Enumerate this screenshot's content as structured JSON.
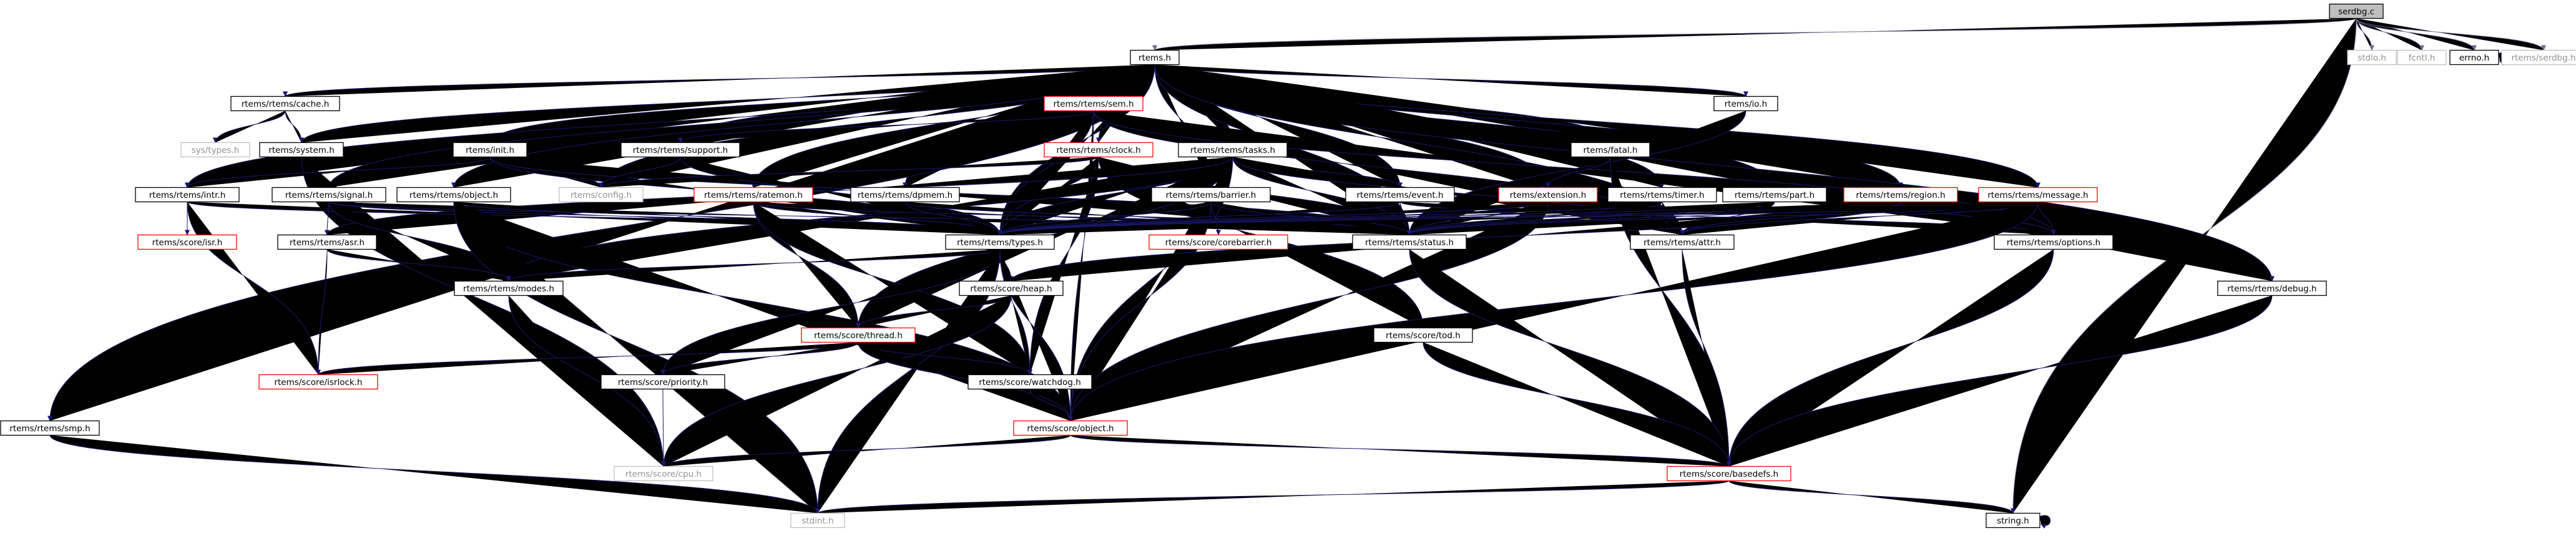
{
  "colors": {
    "node_border_normal": "#000000",
    "node_border_missing": "#bfbfbf",
    "node_border_incomplete": "#ff0000",
    "text_normal": "#000000",
    "text_missing": "#909090",
    "root_fill": "#bfbfbf",
    "edge": "#191970",
    "edge_root": "#6b6b9a"
  },
  "nodes": [
    {
      "id": "serdbg_c",
      "label": "serdbg.c",
      "kind": "root"
    },
    {
      "id": "rtems_h",
      "label": "rtems.h",
      "kind": "normal"
    },
    {
      "id": "stdio_h",
      "label": "stdio.h",
      "kind": "missing"
    },
    {
      "id": "fcntl_h",
      "label": "fcntl.h",
      "kind": "missing"
    },
    {
      "id": "errno_h",
      "label": "errno.h",
      "kind": "normal"
    },
    {
      "id": "serdbg_h",
      "label": "rtems/serdbg.h",
      "kind": "missing"
    },
    {
      "id": "cache_h",
      "label": "rtems/rtems/cache.h",
      "kind": "normal"
    },
    {
      "id": "sem_h",
      "label": "rtems/rtems/sem.h",
      "kind": "incomplete"
    },
    {
      "id": "io_h",
      "label": "rtems/io.h",
      "kind": "normal"
    },
    {
      "id": "systypes_h",
      "label": "sys/types.h",
      "kind": "missing"
    },
    {
      "id": "system_h",
      "label": "rtems/system.h",
      "kind": "normal"
    },
    {
      "id": "init_h",
      "label": "rtems/init.h",
      "kind": "normal"
    },
    {
      "id": "support_h",
      "label": "rtems/rtems/support.h",
      "kind": "normal"
    },
    {
      "id": "clock_h",
      "label": "rtems/rtems/clock.h",
      "kind": "incomplete"
    },
    {
      "id": "tasks_h",
      "label": "rtems/rtems/tasks.h",
      "kind": "normal"
    },
    {
      "id": "fatal_h",
      "label": "rtems/fatal.h",
      "kind": "normal"
    },
    {
      "id": "config_h",
      "label": "rtems/config.h",
      "kind": "missing"
    },
    {
      "id": "intr_h",
      "label": "rtems/rtems/intr.h",
      "kind": "normal"
    },
    {
      "id": "signal_h",
      "label": "rtems/rtems/signal.h",
      "kind": "normal"
    },
    {
      "id": "object_h",
      "label": "rtems/rtems/object.h",
      "kind": "normal"
    },
    {
      "id": "ratemon_h",
      "label": "rtems/rtems/ratemon.h",
      "kind": "incomplete"
    },
    {
      "id": "dpmem_h",
      "label": "rtems/rtems/dpmem.h",
      "kind": "normal"
    },
    {
      "id": "barrier_h",
      "label": "rtems/rtems/barrier.h",
      "kind": "normal"
    },
    {
      "id": "event_h",
      "label": "rtems/rtems/event.h",
      "kind": "normal"
    },
    {
      "id": "extension_h",
      "label": "rtems/extension.h",
      "kind": "incomplete"
    },
    {
      "id": "timer_h",
      "label": "rtems/rtems/timer.h",
      "kind": "normal"
    },
    {
      "id": "part_h",
      "label": "rtems/rtems/part.h",
      "kind": "normal"
    },
    {
      "id": "region_h",
      "label": "rtems/rtems/region.h",
      "kind": "incomplete"
    },
    {
      "id": "message_h",
      "label": "rtems/rtems/message.h",
      "kind": "incomplete"
    },
    {
      "id": "isr_h",
      "label": "rtems/score/isr.h",
      "kind": "incomplete"
    },
    {
      "id": "asr_h",
      "label": "rtems/rtems/asr.h",
      "kind": "normal"
    },
    {
      "id": "types_h",
      "label": "rtems/rtems/types.h",
      "kind": "normal"
    },
    {
      "id": "corebarrier_h",
      "label": "rtems/score/corebarrier.h",
      "kind": "incomplete"
    },
    {
      "id": "status_h",
      "label": "rtems/rtems/status.h",
      "kind": "normal"
    },
    {
      "id": "attr_h",
      "label": "rtems/rtems/attr.h",
      "kind": "normal"
    },
    {
      "id": "options_h",
      "label": "rtems/rtems/options.h",
      "kind": "normal"
    },
    {
      "id": "modes_h",
      "label": "rtems/rtems/modes.h",
      "kind": "normal"
    },
    {
      "id": "heap_h",
      "label": "rtems/score/heap.h",
      "kind": "normal"
    },
    {
      "id": "debug_h",
      "label": "rtems/rtems/debug.h",
      "kind": "normal"
    },
    {
      "id": "thread_h",
      "label": "rtems/score/thread.h",
      "kind": "incomplete"
    },
    {
      "id": "tod_h",
      "label": "rtems/score/tod.h",
      "kind": "normal"
    },
    {
      "id": "isrlock_h",
      "label": "rtems/score/isrlock.h",
      "kind": "incomplete"
    },
    {
      "id": "priority_h",
      "label": "rtems/score/priority.h",
      "kind": "normal"
    },
    {
      "id": "watchdog_h",
      "label": "rtems/score/watchdog.h",
      "kind": "normal"
    },
    {
      "id": "smp_h",
      "label": "rtems/rtems/smp.h",
      "kind": "normal"
    },
    {
      "id": "sobject_h",
      "label": "rtems/score/object.h",
      "kind": "incomplete"
    },
    {
      "id": "cpu_h",
      "label": "rtems/score/cpu.h",
      "kind": "missing"
    },
    {
      "id": "basedefs_h",
      "label": "rtems/score/basedefs.h",
      "kind": "incomplete"
    },
    {
      "id": "string_h",
      "label": "string.h",
      "kind": "normal"
    },
    {
      "id": "stdint_h",
      "label": "stdint.h",
      "kind": "missing"
    }
  ],
  "edges": [
    [
      "serdbg_c",
      "rtems_h"
    ],
    [
      "serdbg_c",
      "stdio_h"
    ],
    [
      "serdbg_c",
      "fcntl_h"
    ],
    [
      "serdbg_c",
      "errno_h"
    ],
    [
      "serdbg_c",
      "serdbg_h"
    ],
    [
      "serdbg_c",
      "string_h"
    ],
    [
      "errno_h",
      "errno_h"
    ],
    [
      "string_h",
      "string_h"
    ],
    [
      "rtems_h",
      "cache_h"
    ],
    [
      "rtems_h",
      "system_h"
    ],
    [
      "rtems_h",
      "sem_h"
    ],
    [
      "rtems_h",
      "io_h"
    ],
    [
      "rtems_h",
      "init_h"
    ],
    [
      "rtems_h",
      "support_h"
    ],
    [
      "rtems_h",
      "clock_h"
    ],
    [
      "rtems_h",
      "tasks_h"
    ],
    [
      "rtems_h",
      "fatal_h"
    ],
    [
      "rtems_h",
      "config_h"
    ],
    [
      "rtems_h",
      "intr_h"
    ],
    [
      "rtems_h",
      "signal_h"
    ],
    [
      "rtems_h",
      "object_h"
    ],
    [
      "rtems_h",
      "ratemon_h"
    ],
    [
      "rtems_h",
      "dpmem_h"
    ],
    [
      "rtems_h",
      "barrier_h"
    ],
    [
      "rtems_h",
      "event_h"
    ],
    [
      "rtems_h",
      "extension_h"
    ],
    [
      "rtems_h",
      "timer_h"
    ],
    [
      "rtems_h",
      "part_h"
    ],
    [
      "rtems_h",
      "region_h"
    ],
    [
      "rtems_h",
      "message_h"
    ],
    [
      "rtems_h",
      "debug_h"
    ],
    [
      "rtems_h",
      "smp_h"
    ],
    [
      "rtems_h",
      "types_h"
    ],
    [
      "rtems_h",
      "status_h"
    ],
    [
      "rtems_h",
      "attr_h"
    ],
    [
      "cache_h",
      "systypes_h"
    ],
    [
      "cache_h",
      "system_h"
    ],
    [
      "system_h",
      "cpu_h"
    ],
    [
      "sem_h",
      "support_h"
    ],
    [
      "sem_h",
      "types_h"
    ],
    [
      "sem_h",
      "tasks_h"
    ],
    [
      "sem_h",
      "sobject_h"
    ],
    [
      "sem_h",
      "attr_h"
    ],
    [
      "sem_h",
      "options_h"
    ],
    [
      "io_h",
      "status_h"
    ],
    [
      "init_h",
      "config_h"
    ],
    [
      "init_h",
      "types_h"
    ],
    [
      "init_h",
      "intr_h"
    ],
    [
      "init_h",
      "status_h"
    ],
    [
      "support_h",
      "config_h"
    ],
    [
      "support_h",
      "types_h"
    ],
    [
      "clock_h",
      "types_h"
    ],
    [
      "clock_h",
      "config_h"
    ],
    [
      "clock_h",
      "status_h"
    ],
    [
      "clock_h",
      "tod_h"
    ],
    [
      "clock_h",
      "watchdog_h"
    ],
    [
      "tasks_h",
      "types_h"
    ],
    [
      "tasks_h",
      "status_h"
    ],
    [
      "tasks_h",
      "modes_h"
    ],
    [
      "tasks_h",
      "thread_h"
    ],
    [
      "tasks_h",
      "event_h"
    ],
    [
      "tasks_h",
      "asr_h"
    ],
    [
      "tasks_h",
      "attr_h"
    ],
    [
      "tasks_h",
      "sobject_h"
    ],
    [
      "fatal_h",
      "extension_h"
    ],
    [
      "fatal_h",
      "basedefs_h"
    ],
    [
      "intr_h",
      "isr_h"
    ],
    [
      "intr_h",
      "types_h"
    ],
    [
      "intr_h",
      "isrlock_h"
    ],
    [
      "signal_h",
      "asr_h"
    ],
    [
      "signal_h",
      "modes_h"
    ],
    [
      "signal_h",
      "types_h"
    ],
    [
      "signal_h",
      "status_h"
    ],
    [
      "object_h",
      "types_h"
    ],
    [
      "object_h",
      "sobject_h"
    ],
    [
      "object_h",
      "stdint_h"
    ],
    [
      "ratemon_h",
      "types_h"
    ],
    [
      "ratemon_h",
      "thread_h"
    ],
    [
      "ratemon_h",
      "watchdog_h"
    ],
    [
      "ratemon_h",
      "status_h"
    ],
    [
      "dpmem_h",
      "types_h"
    ],
    [
      "dpmem_h",
      "status_h"
    ],
    [
      "barrier_h",
      "types_h"
    ],
    [
      "barrier_h",
      "corebarrier_h"
    ],
    [
      "barrier_h",
      "status_h"
    ],
    [
      "barrier_h",
      "sobject_h"
    ],
    [
      "event_h",
      "types_h"
    ],
    [
      "event_h",
      "status_h"
    ],
    [
      "event_h",
      "options_h"
    ],
    [
      "extension_h",
      "types_h"
    ],
    [
      "extension_h",
      "status_h"
    ],
    [
      "extension_h",
      "sobject_h"
    ],
    [
      "timer_h",
      "types_h"
    ],
    [
      "timer_h",
      "status_h"
    ],
    [
      "timer_h",
      "attr_h"
    ],
    [
      "part_h",
      "types_h"
    ],
    [
      "part_h",
      "status_h"
    ],
    [
      "part_h",
      "attr_h"
    ],
    [
      "region_h",
      "types_h"
    ],
    [
      "region_h",
      "status_h"
    ],
    [
      "region_h",
      "heap_h"
    ],
    [
      "region_h",
      "options_h"
    ],
    [
      "region_h",
      "attr_h"
    ],
    [
      "message_h",
      "types_h"
    ],
    [
      "message_h",
      "status_h"
    ],
    [
      "message_h",
      "options_h"
    ],
    [
      "message_h",
      "attr_h"
    ],
    [
      "message_h",
      "sobject_h"
    ],
    [
      "asr_h",
      "modes_h"
    ],
    [
      "asr_h",
      "isrlock_h"
    ],
    [
      "types_h",
      "heap_h"
    ],
    [
      "types_h",
      "modes_h"
    ],
    [
      "types_h",
      "priority_h"
    ],
    [
      "types_h",
      "watchdog_h"
    ],
    [
      "types_h",
      "sobject_h"
    ],
    [
      "types_h",
      "stdint_h"
    ],
    [
      "status_h",
      "basedefs_h"
    ],
    [
      "attr_h",
      "basedefs_h"
    ],
    [
      "options_h",
      "basedefs_h"
    ],
    [
      "modes_h",
      "cpu_h"
    ],
    [
      "heap_h",
      "thread_h"
    ],
    [
      "heap_h",
      "cpu_h"
    ],
    [
      "debug_h",
      "basedefs_h"
    ],
    [
      "thread_h",
      "isrlock_h"
    ],
    [
      "thread_h",
      "priority_h"
    ],
    [
      "thread_h",
      "watchdog_h"
    ],
    [
      "thread_h",
      "sobject_h"
    ],
    [
      "tod_h",
      "basedefs_h"
    ],
    [
      "priority_h",
      "cpu_h"
    ],
    [
      "watchdog_h",
      "sobject_h"
    ],
    [
      "smp_h",
      "stdint_h"
    ],
    [
      "sobject_h",
      "basedefs_h"
    ],
    [
      "sobject_h",
      "cpu_h"
    ],
    [
      "basedefs_h",
      "stdint_h"
    ],
    [
      "basedefs_h",
      "string_h"
    ]
  ]
}
